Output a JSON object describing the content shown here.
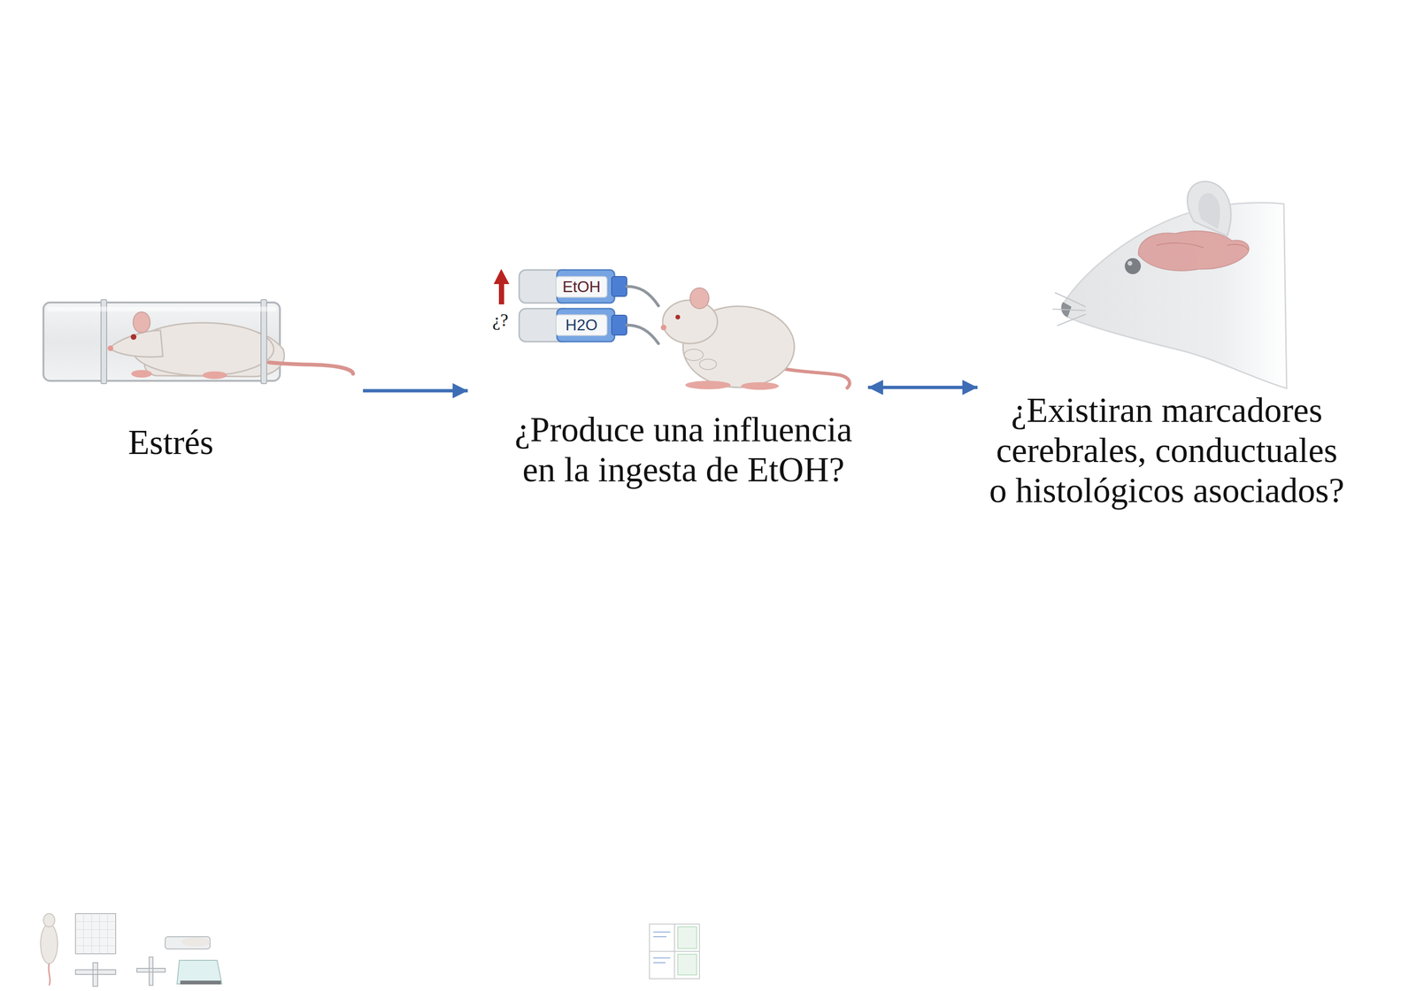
{
  "diagram": {
    "nodes": [
      {
        "text": [
          "Estrés"
        ]
      },
      {
        "text": [
          "¿Produce una influencia en la ingesta de EtOH?"
        ]
      },
      {
        "text": [
          "¿Existiran marcadores cerebrales, conductuales o histológicos asociados?"
        ]
      }
    ],
    "edges": [
      {
        "from": 0,
        "to": 1,
        "arrow": "to"
      },
      {
        "from": 1,
        "to": 2,
        "arrow": "both"
      }
    ],
    "labels": [
      "EtOH",
      "H2O",
      "¿?"
    ]
  }
}
